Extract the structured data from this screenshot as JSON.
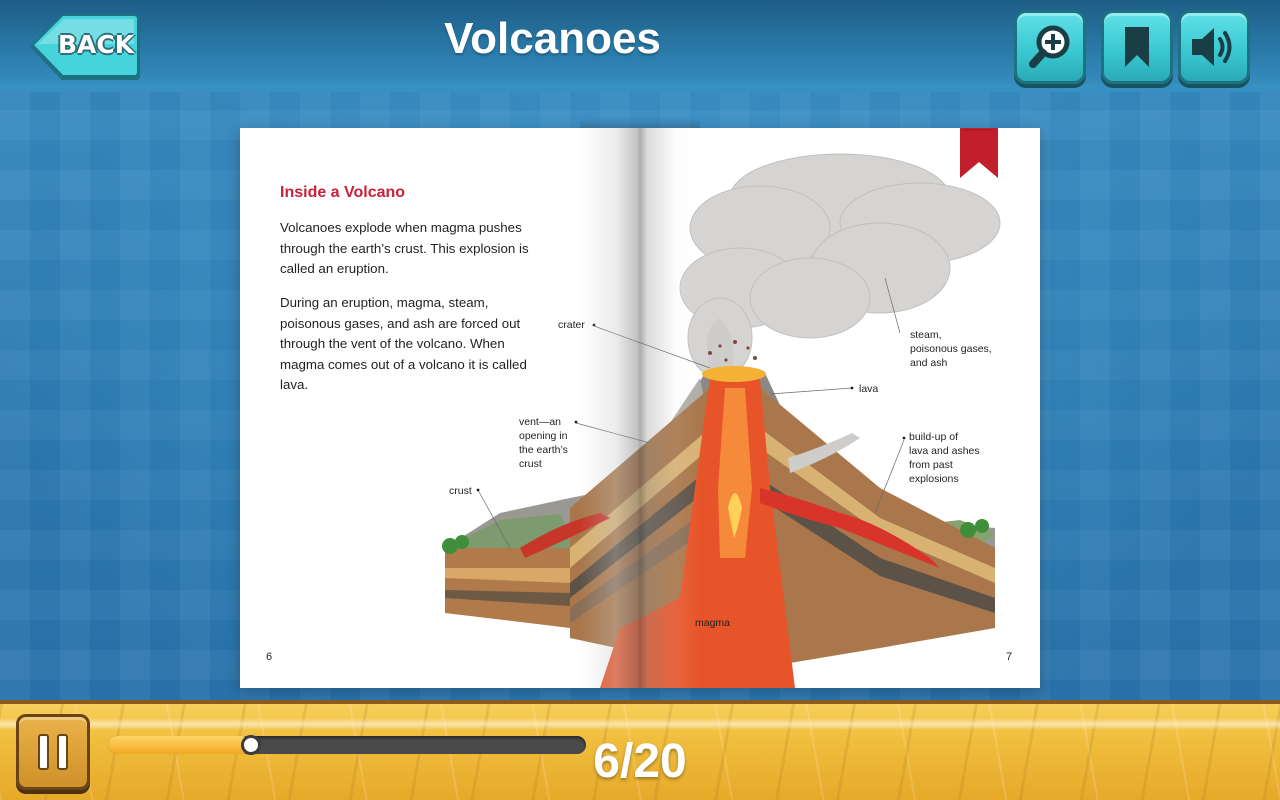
{
  "header": {
    "back_label": "BACK",
    "title": "Volcanoes",
    "zoom_icon": "zoom-in-icon",
    "bookmark_icon": "bookmark-icon",
    "sound_icon": "speaker-icon"
  },
  "book": {
    "heading": "Inside a Volcano",
    "paragraph_1": "Volcanoes explode when magma pushes through the earth’s crust. This explosion is called an eruption.",
    "paragraph_2": "During an eruption, magma, steam, poisonous gases, and ash are forced out through the vent of the volcano. When magma comes out of a volcano it is called lava.",
    "page_left": "6",
    "page_right": "7",
    "labels": {
      "crater": "crater",
      "steam": "steam,\npoisonous gases,\nand ash",
      "lava": "lava",
      "vent": "vent—an\nopening in\nthe earth’s\ncrust",
      "buildup": "build-up of\nlava and ashes\nfrom past\nexplosions",
      "crust": "crust",
      "magma": "magma"
    }
  },
  "footer": {
    "progress_fraction": 0.3,
    "counter": "6/20"
  },
  "colors": {
    "heading_red": "#c8213b",
    "accent_teal": "#38c6cf",
    "progress_orange": "#f1a823",
    "lava_orange": "#e8542a"
  }
}
